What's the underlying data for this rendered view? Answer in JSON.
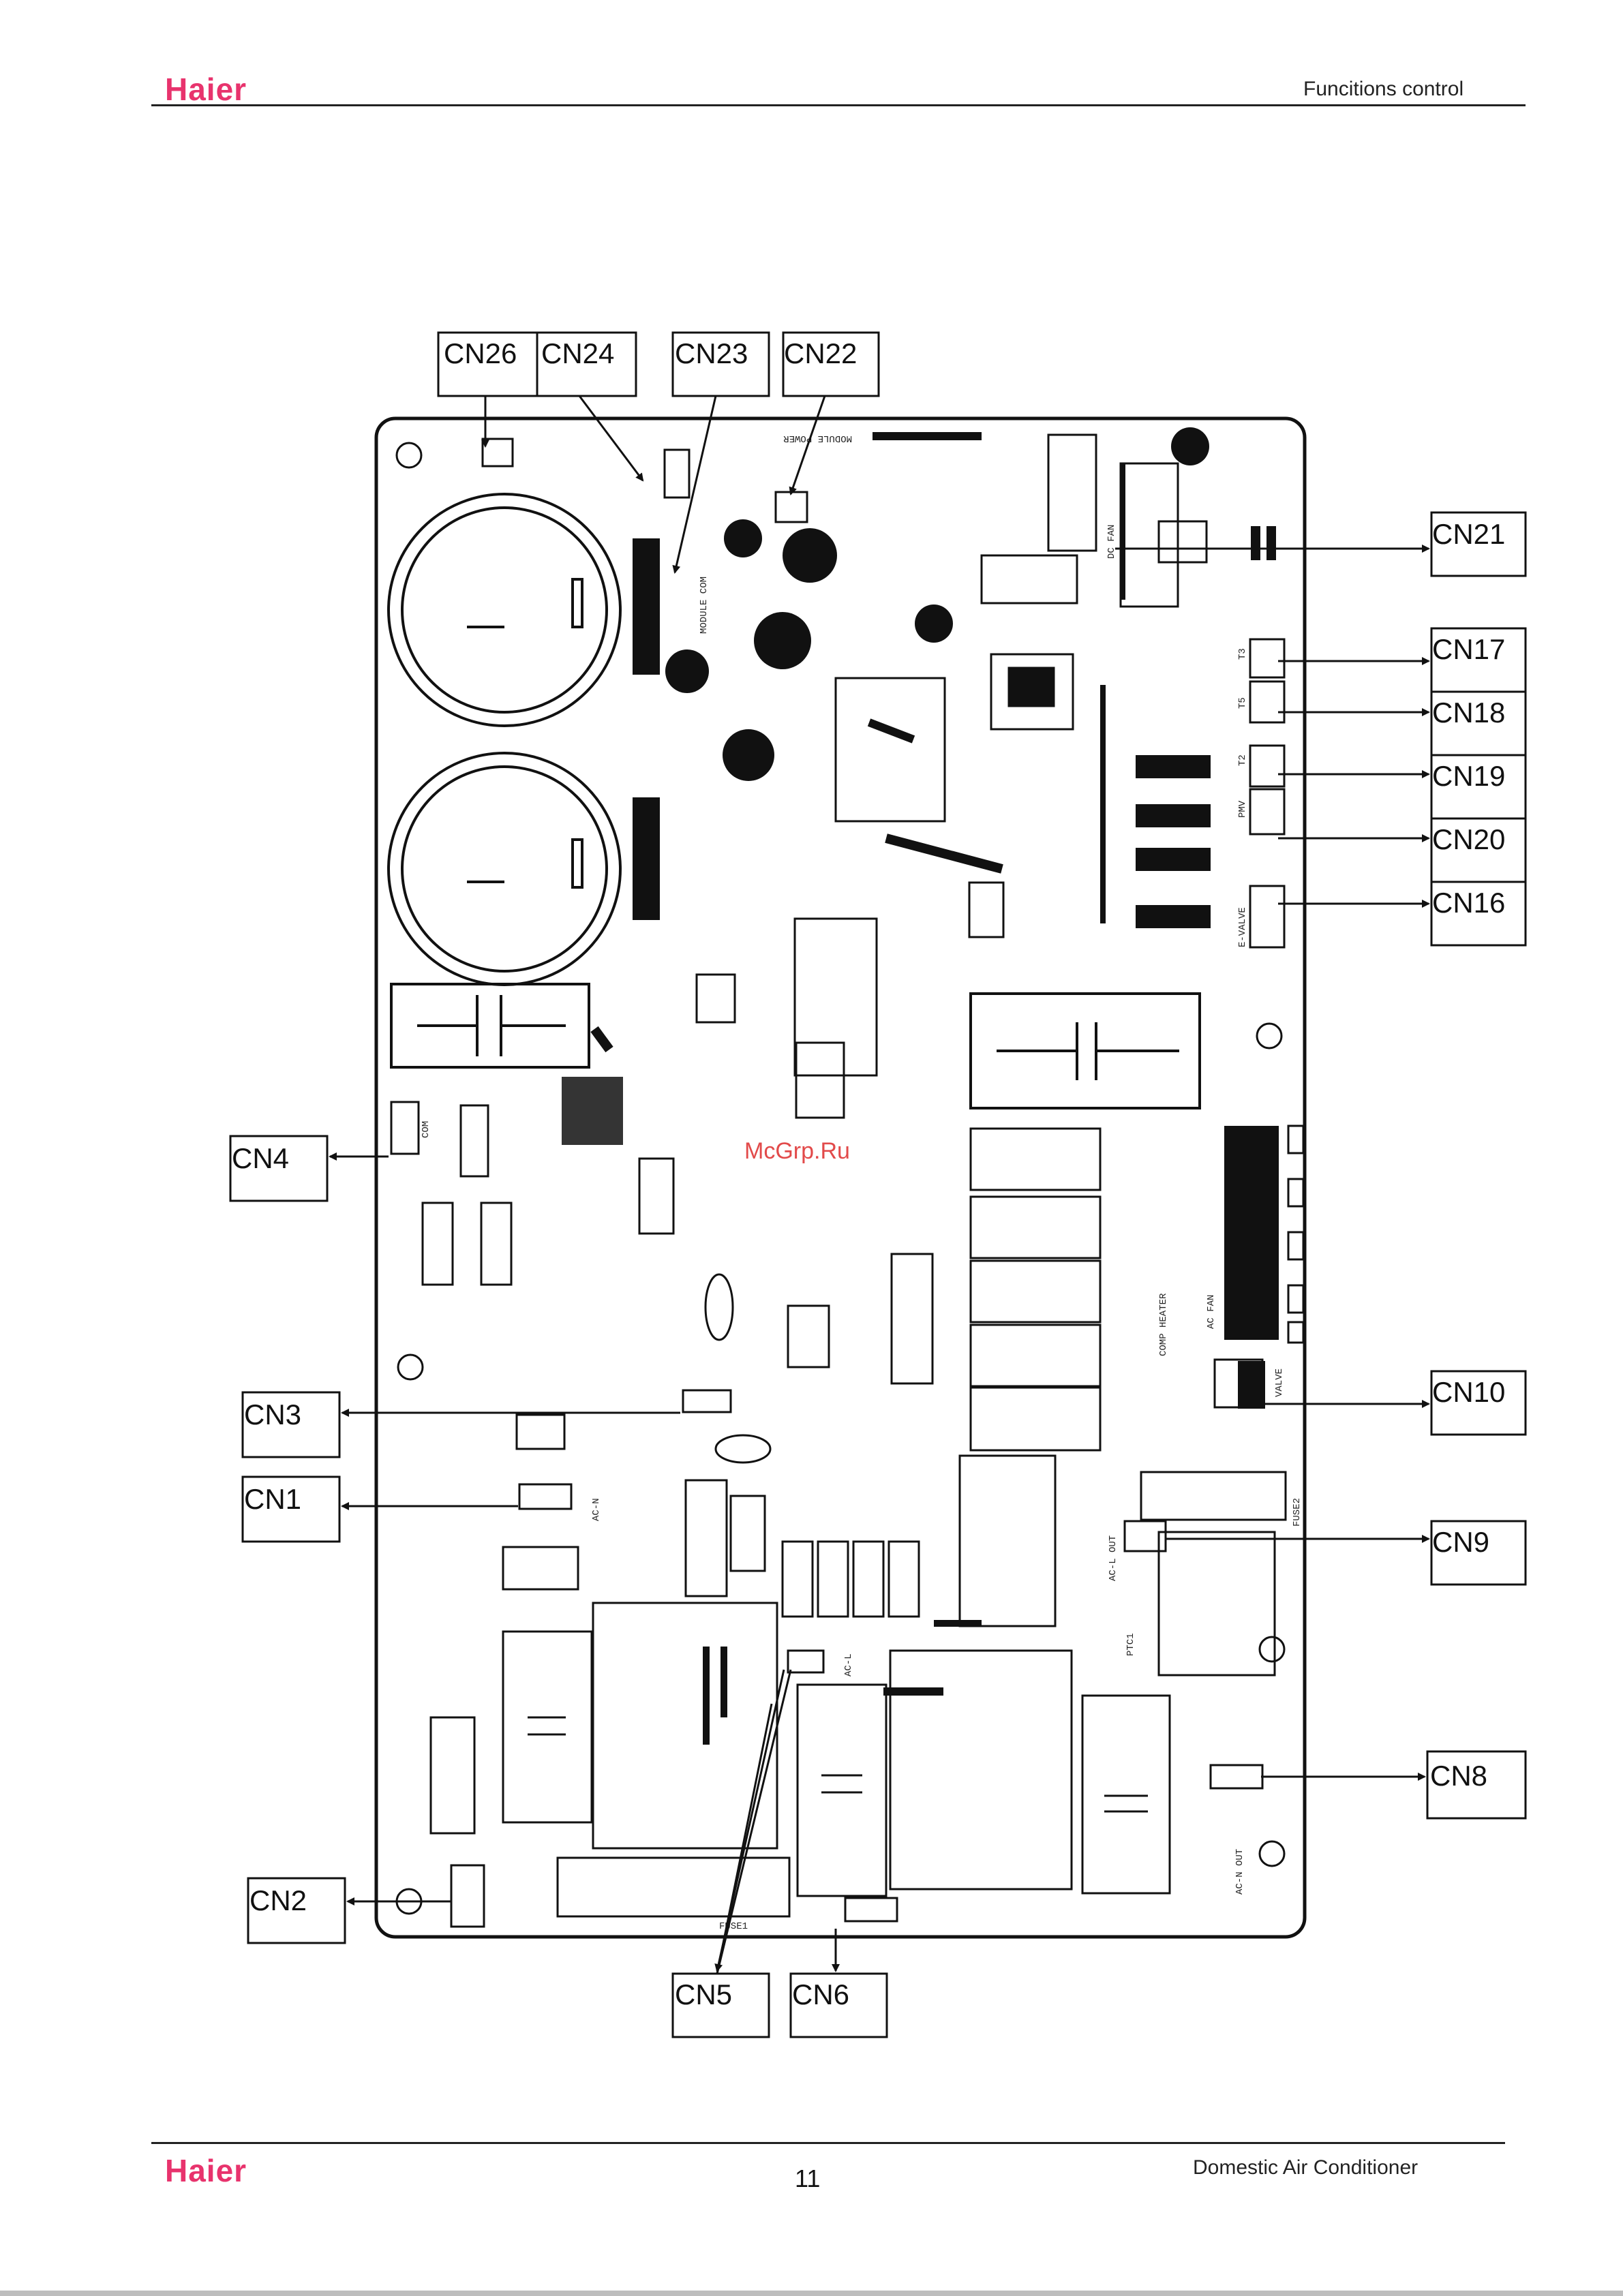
{
  "header": {
    "brand": "Haier",
    "section": "Funcitions control"
  },
  "footer": {
    "brand": "Haier",
    "page": "11",
    "doc": "Domestic Air Conditioner"
  },
  "watermark": "McGrp.Ru",
  "board": {
    "silkscreen": [
      "COM",
      "AC FAN",
      "DC FAN",
      "VALVE",
      "E-VALVE",
      "COMP HEATER",
      "AC-L",
      "AC-N",
      "AC-L OUT",
      "AC-N OUT",
      "T3",
      "T5",
      "T2",
      "PMV",
      "PTC1",
      "FUSE1",
      "FUSE2",
      "MODULE POWER",
      "MODULE COM"
    ]
  },
  "callouts": {
    "top": [
      "CN26",
      "CN24",
      "CN23",
      "CN22"
    ],
    "right": [
      "CN21",
      "CN17",
      "CN18",
      "CN19",
      "CN20",
      "CN16",
      "CN10",
      "CN9",
      "CN8"
    ],
    "left": [
      "CN4",
      "CN3",
      "CN1",
      "CN2"
    ],
    "bottom": [
      "CN5",
      "CN6"
    ]
  },
  "colors": {
    "brand": "#e8336d",
    "line": "#111111",
    "watermark": "#e24a4a"
  }
}
